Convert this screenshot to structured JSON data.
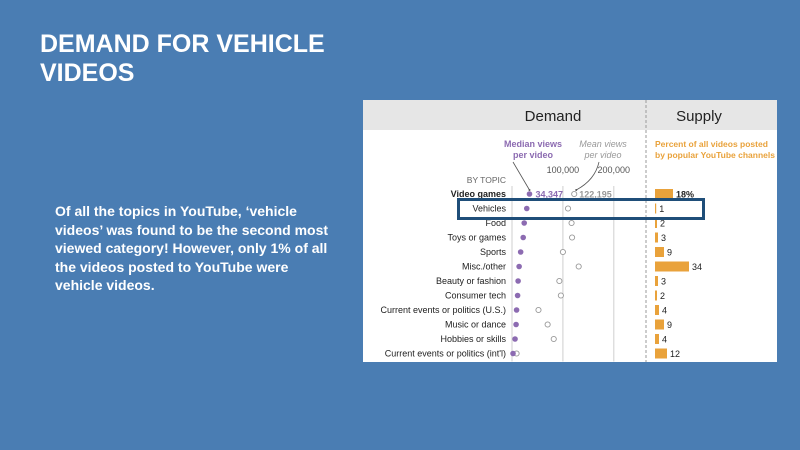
{
  "slide": {
    "title": "DEMAND FOR VEHICLE VIDEOS",
    "body": "Of all the topics in YouTube, ‘vehicle videos’ was found to be the second most viewed category! However, only 1% of all the videos posted to YouTube were vehicle videos."
  },
  "colors": {
    "background": "#4a7db3",
    "median_purple": "#8c6bb1",
    "supply_orange": "#e9a23b",
    "highlight_border": "#1f4e79",
    "header_gray": "#e6e6e6"
  },
  "chart_data": {
    "type": "dot-and-bar",
    "demand_header": "Demand",
    "supply_header": "Supply",
    "by_topic_label": "BY TOPIC",
    "median_label": [
      "Median views",
      "per video"
    ],
    "mean_label": [
      "Mean views",
      "per video"
    ],
    "supply_label": [
      "Percent of all videos posted",
      "by popular YouTube channels"
    ],
    "axis_ticks": [
      {
        "value": 100000,
        "label": "100,000"
      },
      {
        "value": 200000,
        "label": "200,000"
      }
    ],
    "xlim": [
      0,
      220000
    ],
    "annotations": {
      "median_video_games": "34,347",
      "mean_video_games": "122,195"
    },
    "categories": [
      "Video games",
      "Vehicles",
      "Food",
      "Toys or games",
      "Sports",
      "Misc./other",
      "Beauty or fashion",
      "Consumer tech",
      "Current events or politics (U.S.)",
      "Music or dance",
      "Hobbies or skills",
      "Current events or politics (int'l)"
    ],
    "median_views": [
      34347,
      29000,
      24000,
      22000,
      17000,
      14000,
      12000,
      11000,
      9000,
      8000,
      6000,
      2000
    ],
    "mean_views": [
      122195,
      110000,
      117000,
      118000,
      100000,
      131000,
      93000,
      96000,
      52000,
      70000,
      82000,
      9000
    ],
    "supply_percent": [
      18,
      1,
      2,
      3,
      9,
      34,
      3,
      2,
      4,
      9,
      4,
      12
    ],
    "supply_labels": [
      "18%",
      "1",
      "2",
      "3",
      "9",
      "34",
      "3",
      "2",
      "4",
      "9",
      "4",
      "12"
    ],
    "highlighted_category": "Vehicles"
  }
}
